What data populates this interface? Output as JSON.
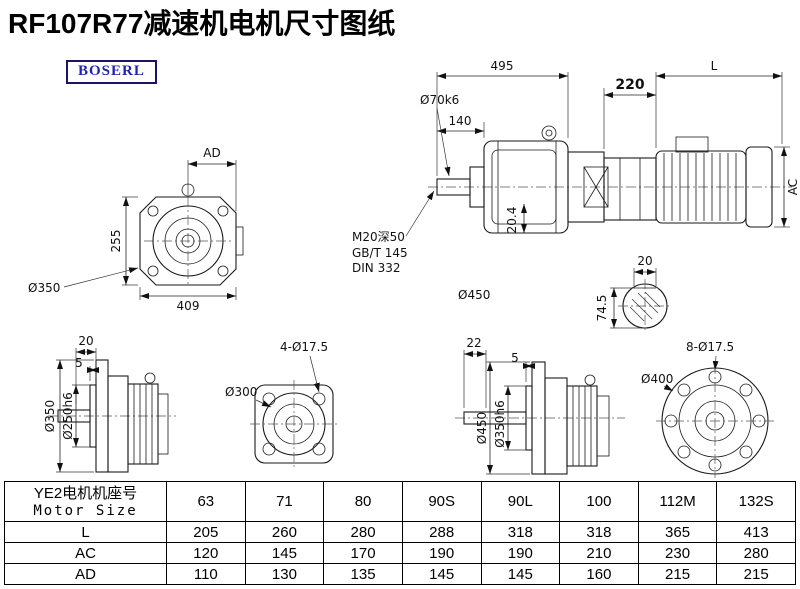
{
  "title": "RF107R77减速机电机尺寸图纸",
  "logo": {
    "text": "BOSERL"
  },
  "front_view": {
    "ad": "AD",
    "height": "255",
    "width": "409",
    "dia": "Ø350"
  },
  "side_view": {
    "len495": "495",
    "len140": "140",
    "shaft_dia": "Ø70k6",
    "len220": "220",
    "len_l": "L",
    "ac": "AC",
    "len20_4": "20.4",
    "note1": "M20深50",
    "note2": "GB/T 145",
    "note3": "DIN 332",
    "dia450": "Ø450",
    "key20": "20",
    "len74_5": "74.5"
  },
  "flange_side_small": {
    "len20": "20",
    "len5": "5",
    "od": "Ø350",
    "pilot": "Ø250h6"
  },
  "flange_front_small": {
    "holes": "4-Ø17.5",
    "dia": "Ø300"
  },
  "flange_side_large": {
    "len22": "22",
    "len5": "5",
    "od": "Ø450",
    "pilot": "Ø350h6"
  },
  "flange_front_large": {
    "holes": "8-Ø17.5",
    "dia": "Ø400"
  },
  "table": {
    "header_cn": "YE2电机机座号",
    "header_en": "Motor Size",
    "sizes": [
      "63",
      "71",
      "80",
      "90S",
      "90L",
      "100",
      "112M",
      "132S"
    ],
    "rows": [
      {
        "label": "L",
        "values": [
          "205",
          "260",
          "280",
          "288",
          "318",
          "318",
          "365",
          "413"
        ]
      },
      {
        "label": "AC",
        "values": [
          "120",
          "145",
          "170",
          "190",
          "190",
          "210",
          "230",
          "280"
        ]
      },
      {
        "label": "AD",
        "values": [
          "110",
          "130",
          "135",
          "145",
          "145",
          "160",
          "215",
          "215"
        ]
      }
    ]
  }
}
